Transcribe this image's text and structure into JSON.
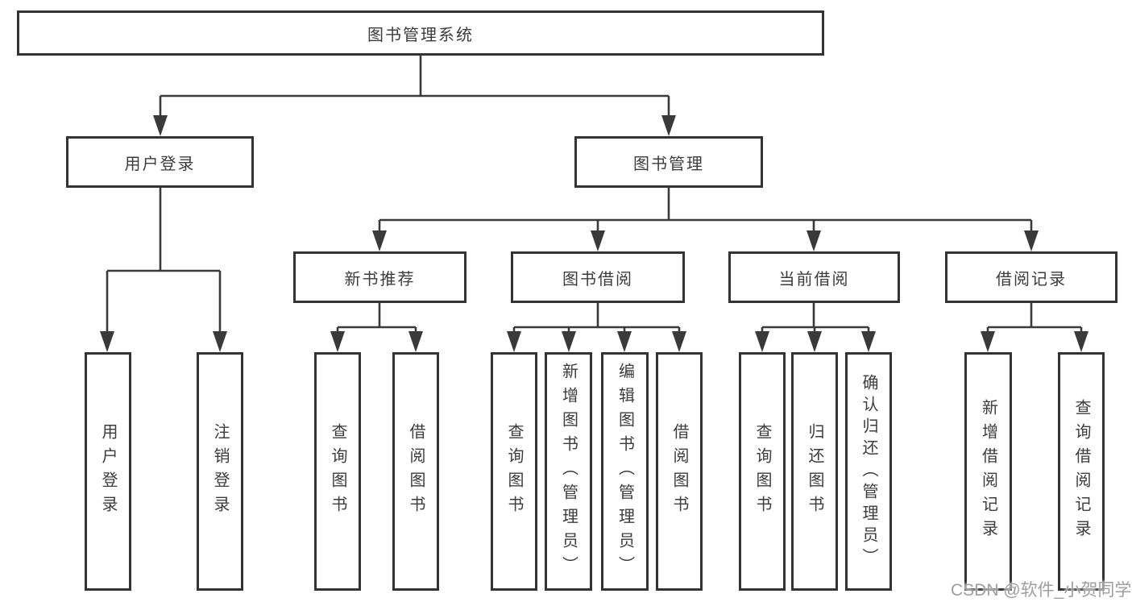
{
  "colors": {
    "background": "#ffffff",
    "box_border": "#333333",
    "connector_line": "#3a3a3a",
    "text": "#3c3c3c",
    "watermark_text": "#9e9e9e"
  },
  "watermark": "CSDN @软件_小贺同学",
  "tree": {
    "root": {
      "label": "图书管理系统"
    },
    "children": [
      {
        "label": "用户登录",
        "children": [
          {
            "label": "用户登录"
          },
          {
            "label": "注销登录"
          }
        ]
      },
      {
        "label": "图书管理",
        "children": [
          {
            "label": "新书推荐",
            "children": [
              {
                "label": "查询图书"
              },
              {
                "label": "借阅图书"
              }
            ]
          },
          {
            "label": "图书借阅",
            "children": [
              {
                "label": "查询图书"
              },
              {
                "label": "新增图书（管理员）"
              },
              {
                "label": "编辑图书（管理员）"
              },
              {
                "label": "借阅图书"
              }
            ]
          },
          {
            "label": "当前借阅",
            "children": [
              {
                "label": "查询图书"
              },
              {
                "label": "归还图书"
              },
              {
                "label": "确认归还（管理员）"
              }
            ]
          },
          {
            "label": "借阅记录",
            "children": [
              {
                "label": "新增借阅记录"
              },
              {
                "label": "查询借阅记录"
              }
            ]
          }
        ]
      }
    ]
  }
}
